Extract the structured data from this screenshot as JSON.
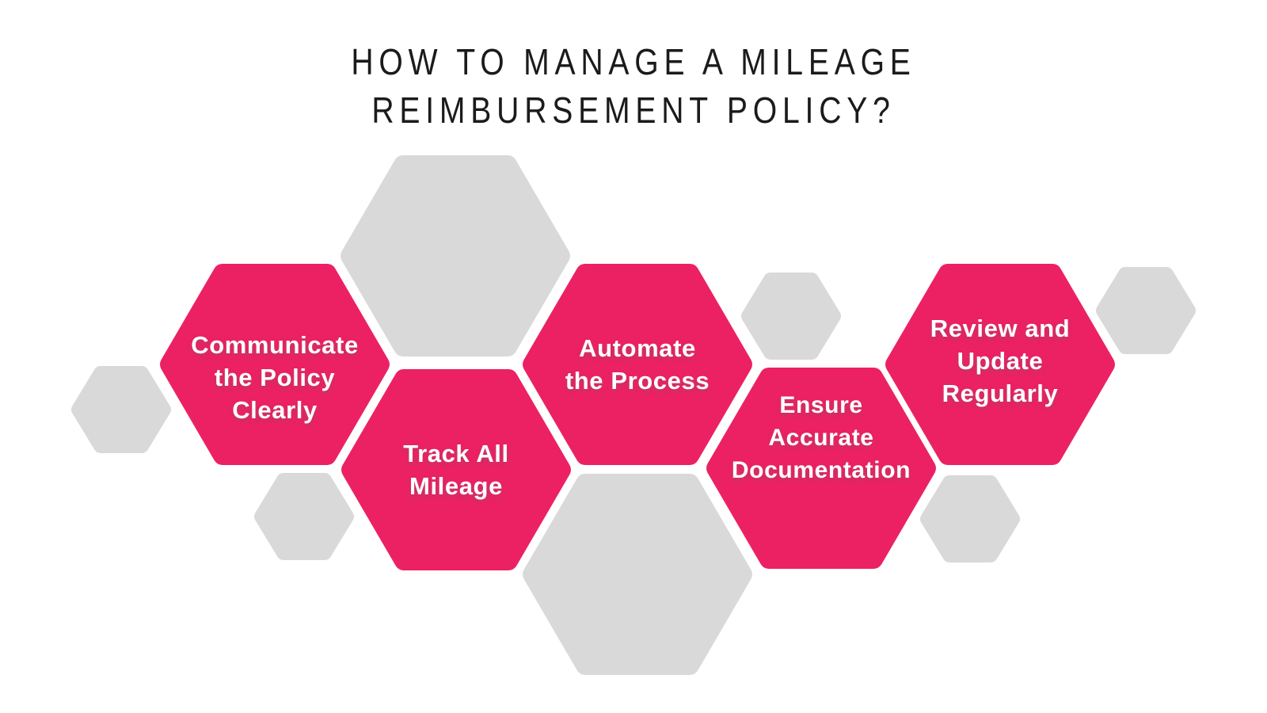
{
  "title": {
    "line1": "HOW TO MANAGE A MILEAGE",
    "line2": "REIMBURSEMENT POLICY?"
  },
  "colors": {
    "pink": "#EC2164",
    "gray": "#D9D9D9",
    "title_text": "#1B1B1B",
    "label_text": "#FFFFFF",
    "background": "#FFFFFF"
  },
  "steps": [
    {
      "label": "Communicate the Policy Clearly",
      "lines": [
        "Communicate",
        "the Policy",
        "Clearly"
      ]
    },
    {
      "label": "Track All Mileage",
      "lines": [
        "Track All",
        "Mileage"
      ]
    },
    {
      "label": "Automate the Process",
      "lines": [
        "Automate",
        "the Process"
      ]
    },
    {
      "label": "Ensure Accurate Documentation",
      "lines": [
        "Ensure",
        "Accurate",
        "Documentation"
      ]
    },
    {
      "label": "Review and Update Regularly",
      "lines": [
        "Review and",
        "Update",
        "Regularly"
      ]
    }
  ],
  "decoration": {
    "large_gray_hexagons": 2,
    "small_gray_hexagons": 5
  }
}
